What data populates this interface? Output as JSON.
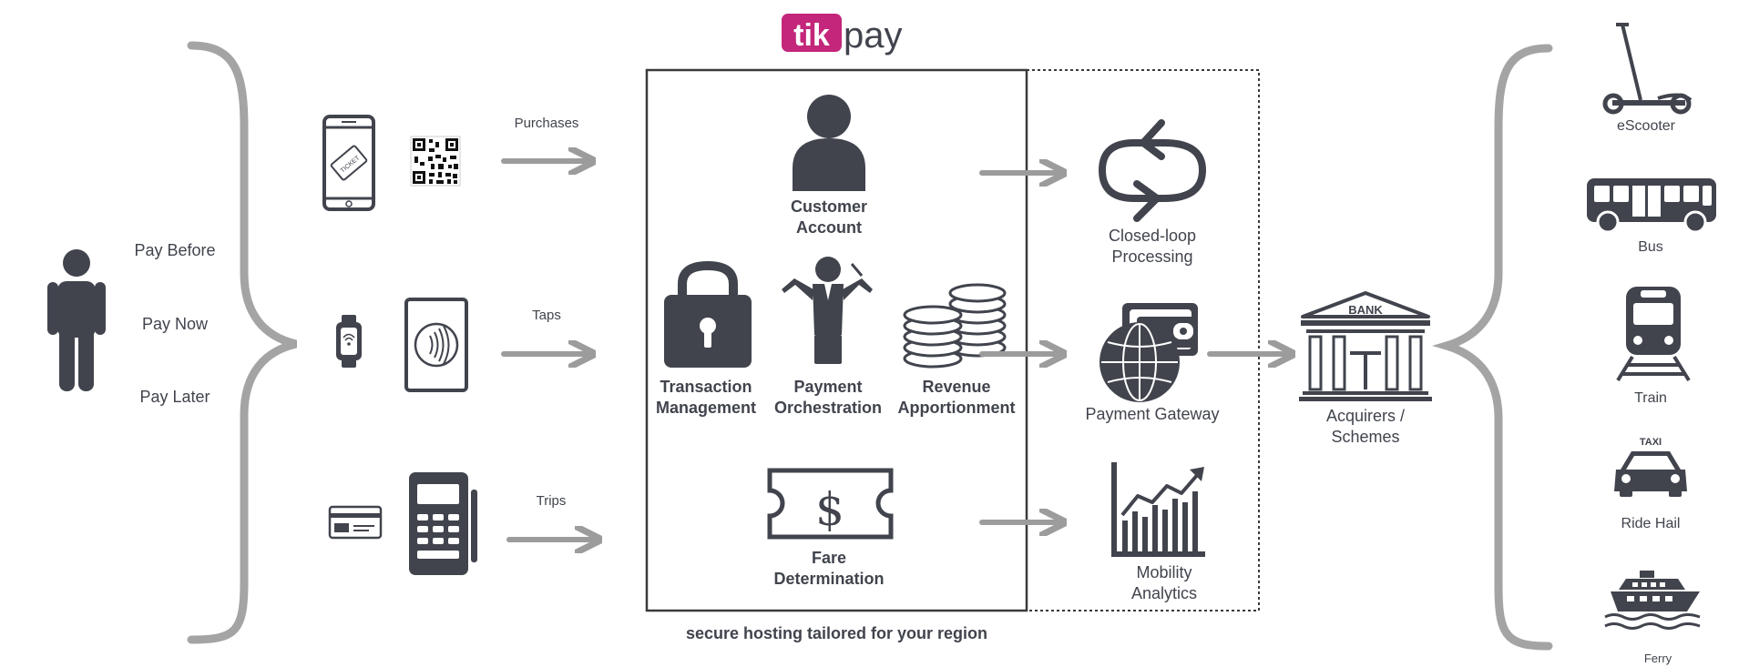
{
  "brand": {
    "logo_text_left": "tik",
    "logo_text_right": "pay",
    "accent": "#c3267a"
  },
  "colors": {
    "icon": "#41444d",
    "arrow": "#9c9c9c",
    "frame": "#3a3a3a"
  },
  "user": {
    "modes": [
      "Pay Before",
      "Pay Now",
      "Pay Later"
    ]
  },
  "channels": [
    {
      "label": "Purchases",
      "icons": [
        "phone-ticket-icon",
        "qr-code-icon"
      ]
    },
    {
      "label": "Taps",
      "icons": [
        "smartwatch-icon",
        "contactless-reader-icon"
      ]
    },
    {
      "label": "Trips",
      "icons": [
        "bank-card-icon",
        "payment-terminal-icon"
      ]
    }
  ],
  "platform": {
    "customer_account": [
      "Customer",
      "Account"
    ],
    "transaction_management": [
      "Transaction",
      "Management"
    ],
    "payment_orchestration": [
      "Payment",
      "Orchestration"
    ],
    "revenue_apportionment": [
      "Revenue",
      "Apportionment"
    ],
    "fare_determination": [
      "Fare",
      "Determination"
    ],
    "hosting_caption": "secure hosting tailored for your region"
  },
  "outputs": {
    "closed_loop": [
      "Closed-loop",
      "Processing"
    ],
    "payment_gateway": "Payment Gateway",
    "mobility_analytics": [
      "Mobility",
      "Analytics"
    ]
  },
  "acquirers": {
    "bank_sign": "BANK",
    "label": [
      "Acquirers /",
      "Schemes"
    ]
  },
  "modes_of_transport": [
    "eScooter",
    "Bus",
    "Train",
    "Ride Hail",
    "Ferry"
  ],
  "taxi_sign": "TAXI"
}
